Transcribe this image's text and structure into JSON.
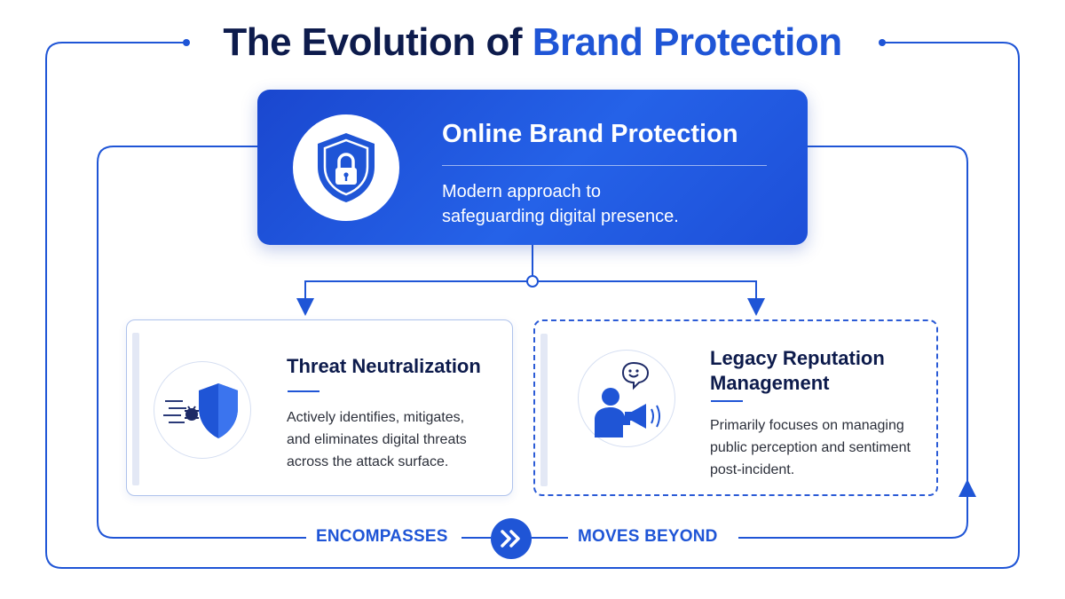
{
  "title": {
    "prefix": "The Evolution of",
    "accent": "Brand Protection"
  },
  "hero": {
    "icon": "shield-lock-icon",
    "title": "Online Brand Protection",
    "description_line1": "Modern approach to",
    "description_line2": "safeguarding digital presence."
  },
  "cards": [
    {
      "icon": "shield-bug-icon",
      "title": "Threat Neutralization",
      "lines": [
        "Actively identifies, mitigates,",
        "and eliminates digital threats",
        "across the attack surface."
      ]
    },
    {
      "icon": "person-megaphone-icon",
      "title_line1": "Legacy Reputation",
      "title_line2": "Management",
      "lines": [
        "Primarily focuses on managing",
        "public perception and sentiment",
        "post-incident."
      ]
    }
  ],
  "flow": {
    "left_label": "ENCOMPASSES",
    "right_label": "MOVES BEYOND",
    "badge_icon": "double-chevron-right-icon"
  },
  "colors": {
    "primary": "#1f55d6",
    "dark_text": "#0d1b4c",
    "hero_gradient_start": "#1a47cf",
    "hero_gradient_end": "#2562e8"
  }
}
